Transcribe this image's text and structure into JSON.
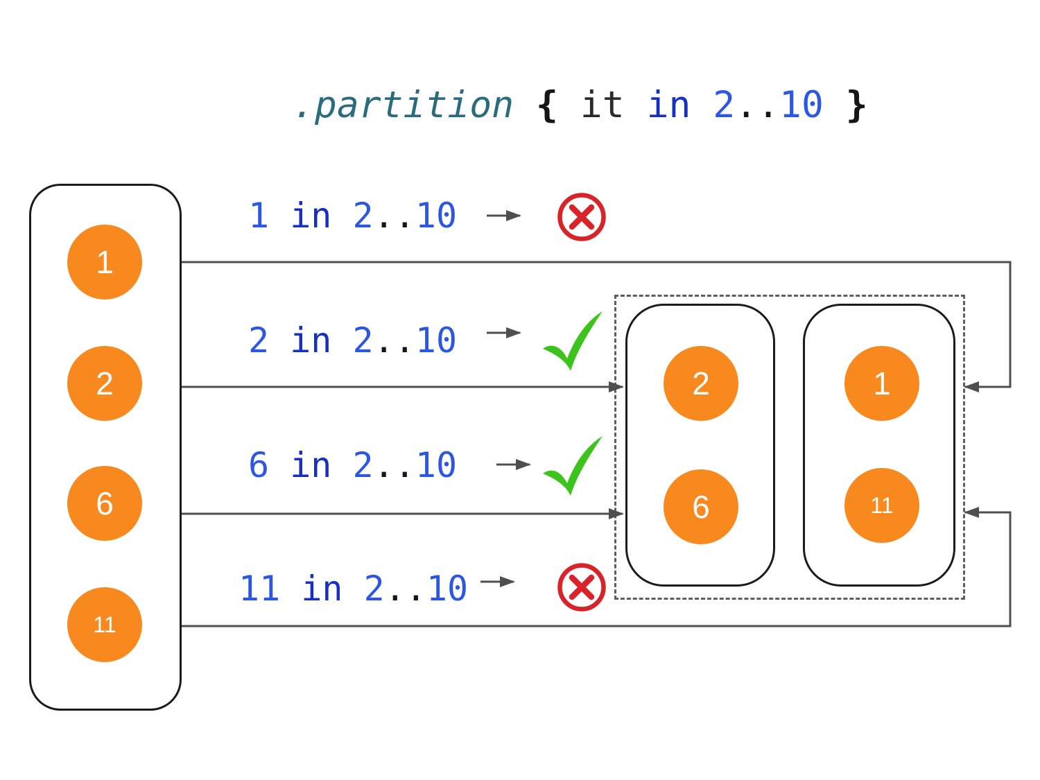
{
  "title": {
    "method": ".partition",
    "open_brace": "{",
    "param": "it",
    "keyword": "in",
    "range_start": "2",
    "range_dots": "..",
    "range_end": "10",
    "close_brace": "}"
  },
  "source_list": {
    "items": [
      "1",
      "2",
      "6",
      "11"
    ]
  },
  "checks": [
    {
      "value": "1",
      "keyword": "in",
      "range_start": "2",
      "range_dots": "..",
      "range_end": "10",
      "result": "fail",
      "icon": "cross-circle-icon"
    },
    {
      "value": "2",
      "keyword": "in",
      "range_start": "2",
      "range_dots": "..",
      "range_end": "10",
      "result": "pass",
      "icon": "check-icon"
    },
    {
      "value": "6",
      "keyword": "in",
      "range_start": "2",
      "range_dots": "..",
      "range_end": "10",
      "result": "pass",
      "icon": "check-icon"
    },
    {
      "value": "11",
      "keyword": "in",
      "range_start": "2",
      "range_dots": "..",
      "range_end": "10",
      "result": "fail",
      "icon": "cross-circle-icon"
    }
  ],
  "result_groups": {
    "matched": {
      "items": [
        "2",
        "6"
      ]
    },
    "unmatched": {
      "items": [
        "1",
        "11"
      ]
    }
  },
  "colors": {
    "circle_orange": "#F8891E",
    "number_blue": "#2B57E3",
    "keyword_navy": "#1730BF",
    "method_teal": "#2A6B7C",
    "code_black": "#161616",
    "check_green": "#3CC41C",
    "cross_red": "#D8232A",
    "connector_gray": "#4f4f4f",
    "dashed_border_gray": "#5e5e5e"
  }
}
